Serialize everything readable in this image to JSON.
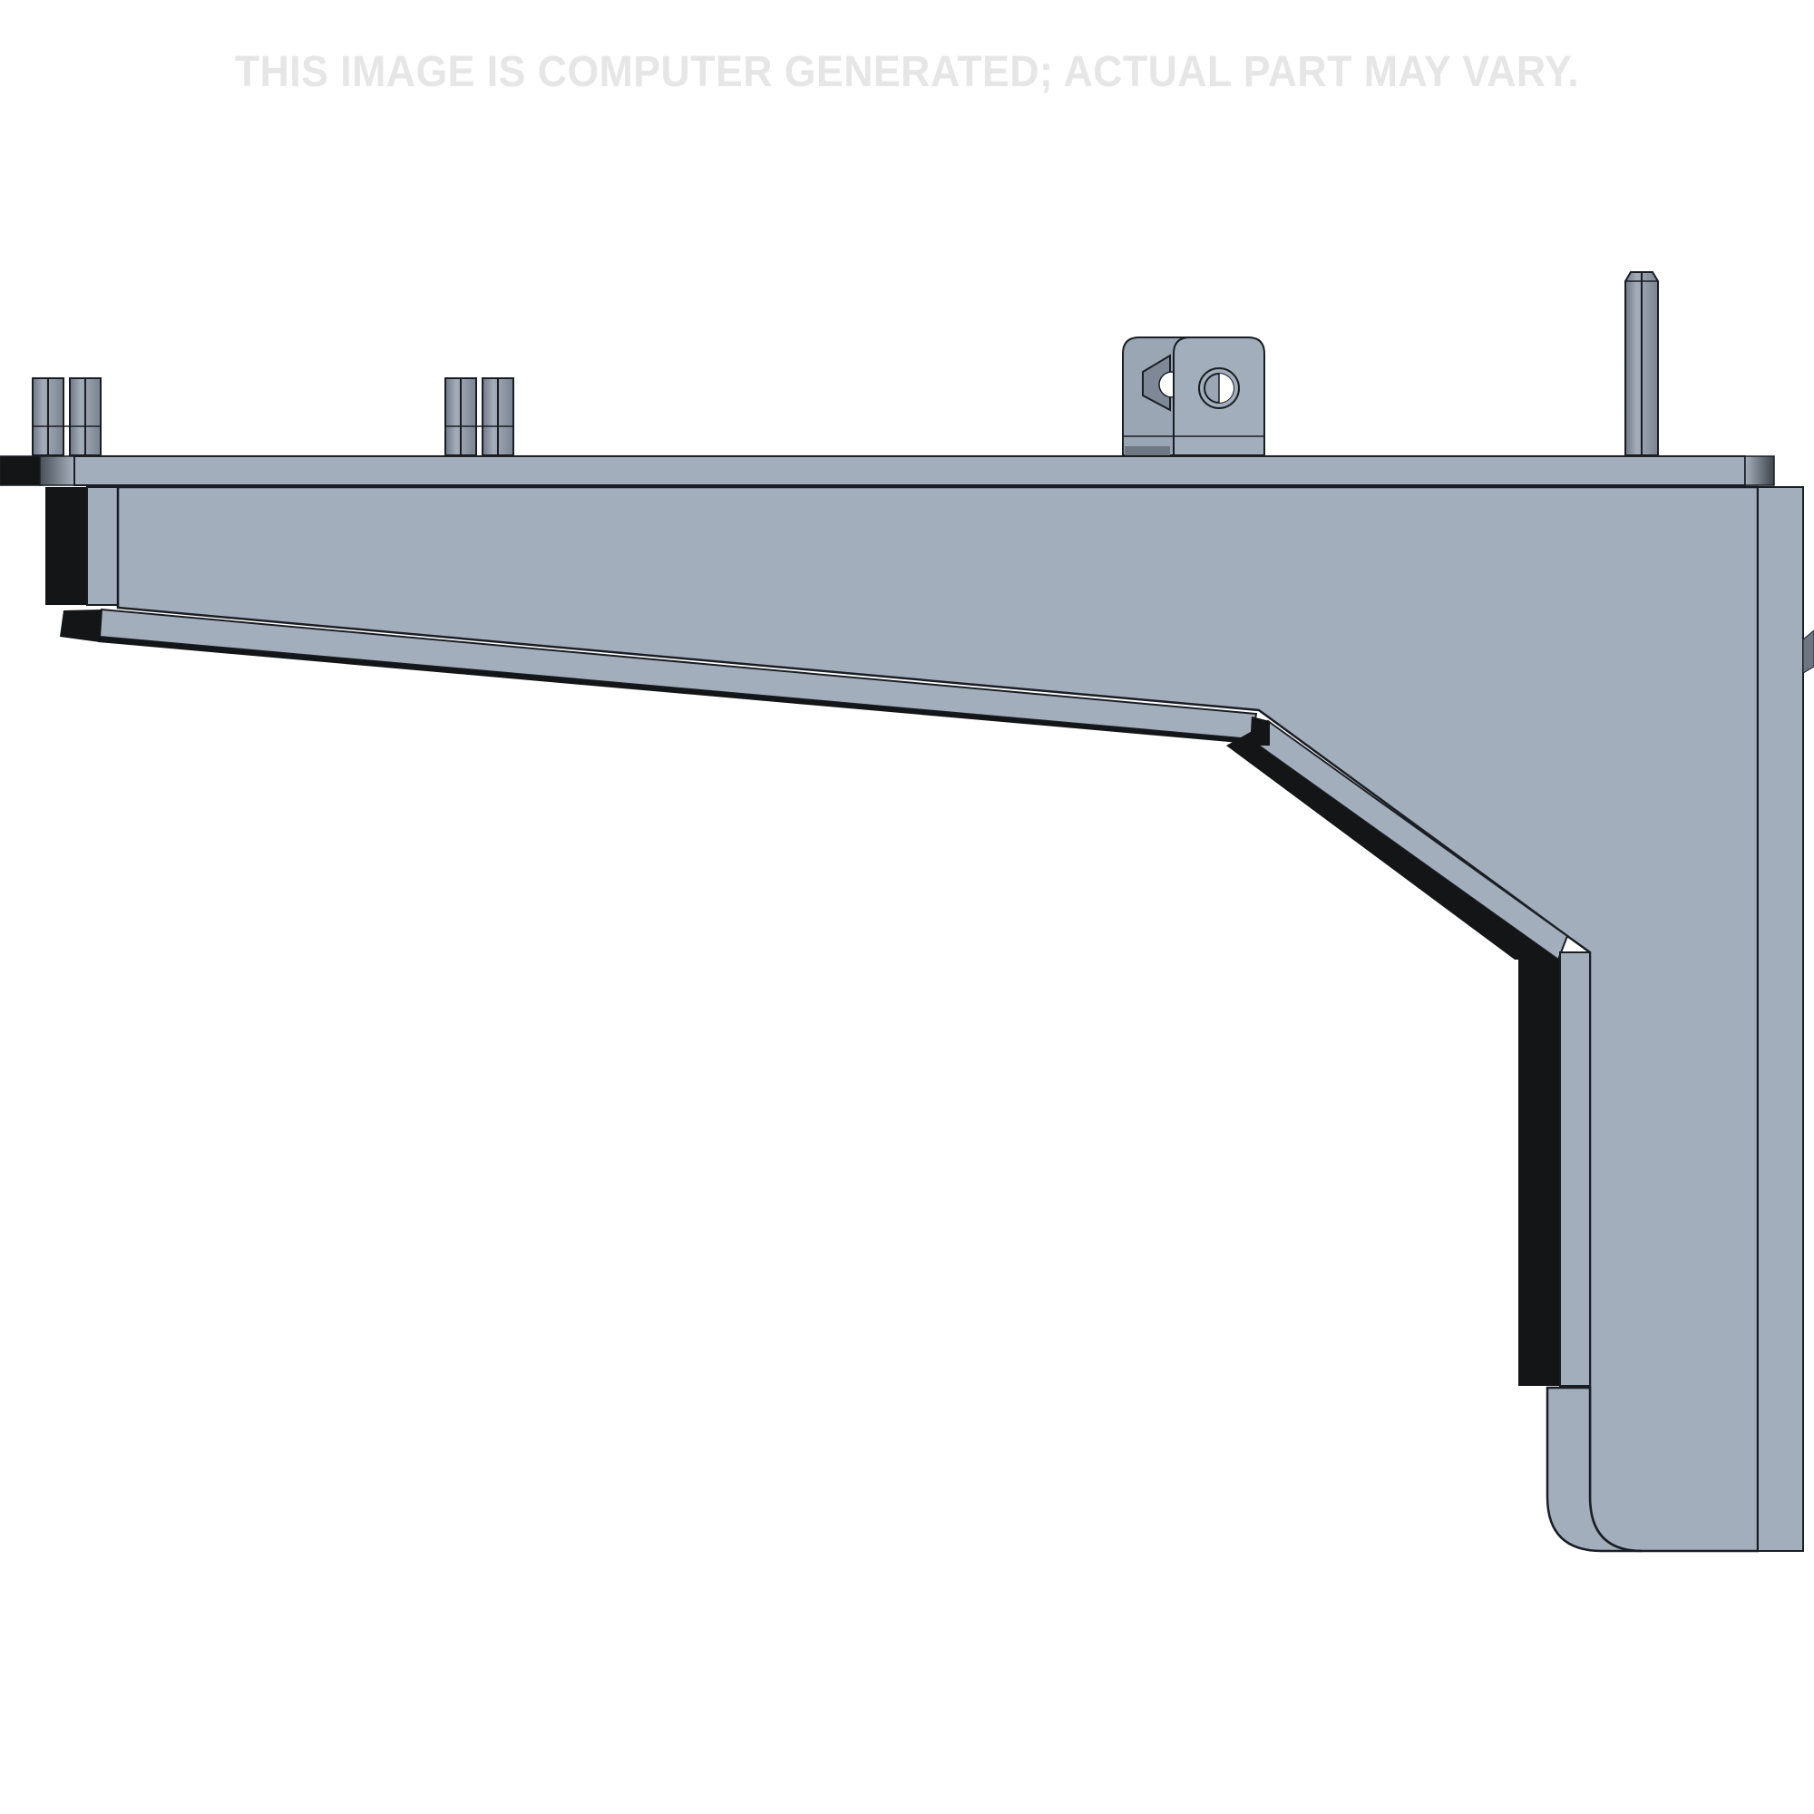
{
  "watermark": {
    "text": "THIS IMAGE IS COMPUTER GENERATED; ACTUAL PART MAY VARY."
  },
  "drawing": {
    "type": "cad-render",
    "view": "side elevation",
    "part": "bracket with top plate, pins, hinge block and angled brace",
    "colors": {
      "body": "#a2aebc",
      "body_dark": "#97a3b1",
      "outline": "#1a1e24",
      "rubber": "#141517",
      "pin": "#8d96a2",
      "background": "#ffffff",
      "watermark": "#e6e6e6"
    },
    "components": [
      {
        "name": "top-plate"
      },
      {
        "name": "pin-pair-left"
      },
      {
        "name": "pin-pair-middle"
      },
      {
        "name": "hinge-block"
      },
      {
        "name": "locating-pin-tall"
      },
      {
        "name": "angled-arm"
      },
      {
        "name": "vertical-leg"
      },
      {
        "name": "rubber-pads"
      }
    ]
  }
}
